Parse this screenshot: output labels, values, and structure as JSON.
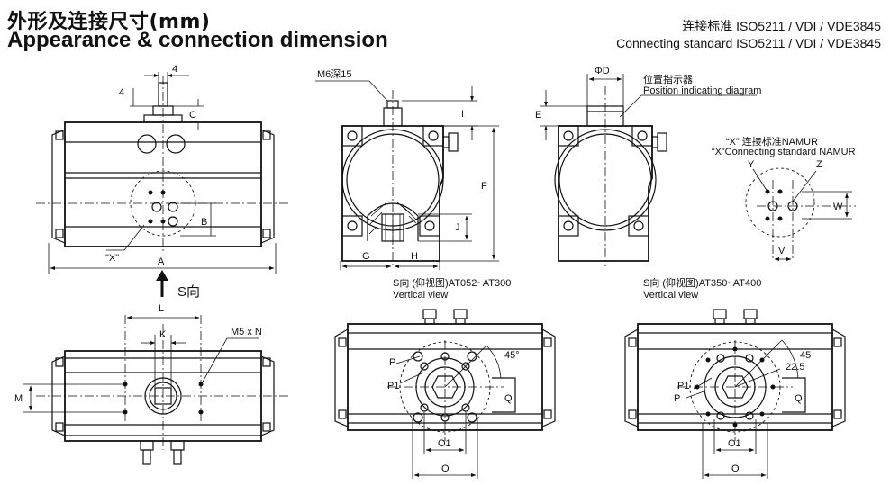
{
  "title": {
    "chinese": "外形及连接尺寸(mm)",
    "english": "Appearance & connection dimension"
  },
  "standard": {
    "chinese": "连接标准 ISO5211 / VDI / VDE3845",
    "english": "Connecting standard  ISO5211 / VDI / VDE3845"
  },
  "labels": {
    "dim_4": "4",
    "dim_4_side": "4",
    "dim_c": "C",
    "dim_a": "A",
    "dim_b": "B",
    "x_view": "\"X\"",
    "s_direction": "S向",
    "m6_depth": "M6深15",
    "dim_i": "I",
    "dim_f": "F",
    "dim_j": "J",
    "dim_g": "G",
    "dim_h": "H",
    "dim_phi_d": "ΦD",
    "dim_e": "E",
    "pos_indicator_cn": "位置指示器",
    "pos_indicator_en": "Position indicating diagram",
    "namur_cn": "“X”  连接标准NAMUR",
    "namur_en": "“X”Connecting standard NAMUR",
    "dim_y": "Y",
    "dim_z": "Z",
    "dim_w": "W",
    "dim_v": "V",
    "dim_l": "L",
    "dim_k": "K",
    "dim_m5": "M5 x N",
    "dim_m": "M",
    "view1_title": "S向 (仰视图)AT052~AT300",
    "view1_sub": "Vertical view",
    "view2_title": "S向 (仰视图)AT350~AT400",
    "view2_sub": "Vertical view",
    "dim_p": "P",
    "dim_p1": "P1",
    "dim_45": "45°",
    "dim_q": "Q",
    "dim_o1": "O1",
    "dim_o": "O",
    "dim_p_b": "P",
    "dim_p1_b": "P1",
    "dim_45_b": "45",
    "dim_22_5": "22.5",
    "dim_q_b": "Q",
    "dim_o1_b": "O1",
    "dim_o_b": "O"
  }
}
